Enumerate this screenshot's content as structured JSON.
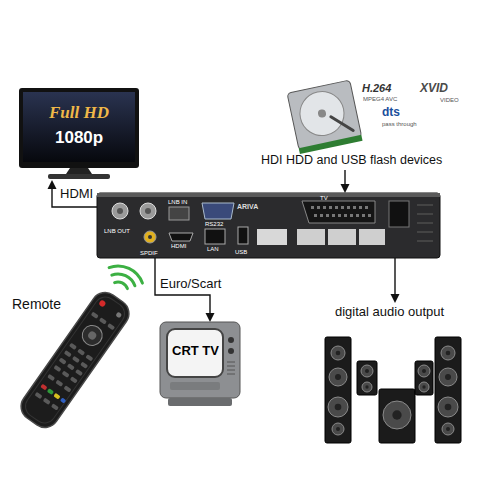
{
  "diagram": {
    "nodes": [
      {
        "text": [
          "Full HD",
          "1080p"
        ]
      },
      {
        "text": [
          "HDI HDD and USB flash devices"
        ]
      },
      {
        "text": [
          "ARIVA"
        ]
      },
      {
        "text": [
          "CRT TV"
        ]
      },
      {
        "text": [
          "digital audio output"
        ]
      }
    ],
    "edges": [
      {
        "from": 2,
        "to": 0,
        "arrow": "to",
        "label": "HDMI"
      },
      {
        "from": 1,
        "to": 2,
        "arrow": "to"
      },
      {
        "from": 2,
        "to": 3,
        "arrow": "to",
        "label": "Euro/Scart"
      },
      {
        "from": 2,
        "to": 4,
        "arrow": "to"
      }
    ],
    "labels": [
      "Remote",
      "H.264",
      "MPEG4 AVC",
      "XVID",
      "VIDEO",
      "dts",
      "pass through",
      "LNB OUT",
      "LNB IN",
      "RS232",
      "HDMI",
      "LAN",
      "USB",
      "SPDIF",
      "TV"
    ]
  }
}
